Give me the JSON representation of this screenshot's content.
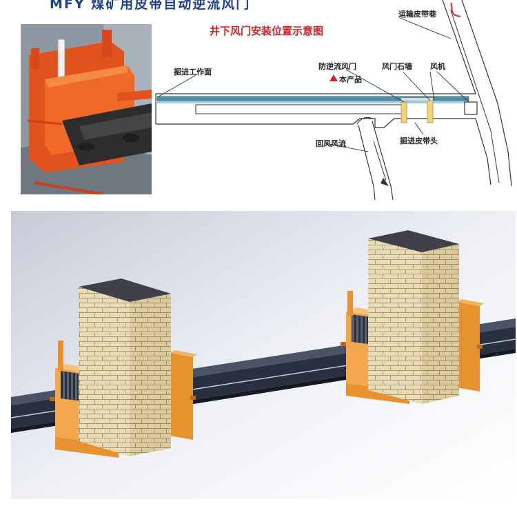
{
  "header": {
    "title": "MFY 煤矿用皮带自动逆流风门"
  },
  "schematic": {
    "title": "井下风门安装位置示意图",
    "labels": {
      "excavation_face": "掘进工作面",
      "anti_backflow_door": "防逆流风门",
      "this_product": "本产品",
      "door_stone_wall": "风门石墙",
      "fan": "风机",
      "transport_belt_lane": "运输皮带巷",
      "return_air_flow": "回风风流",
      "excavation_belt_head": "掘进皮带头"
    },
    "colors": {
      "title": "#d2232a",
      "marker": "#d2232a",
      "door": "#f2d27a",
      "wall_line": "#333333"
    }
  },
  "render": {
    "colors": {
      "door_orange": "#f0a24a",
      "brick": "#e7d7ae",
      "belt": "#22283a",
      "background": "#eef0f6"
    }
  }
}
